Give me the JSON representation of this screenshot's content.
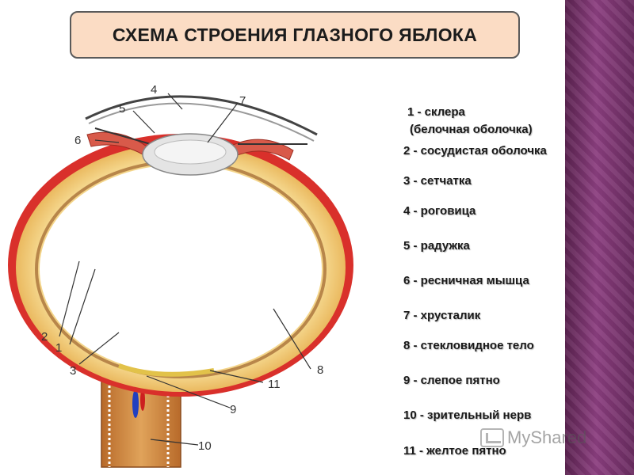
{
  "title": "СХЕМА СТРОЕНИЯ ГЛАЗНОГО ЯБЛОКА",
  "diagram": {
    "labels": [
      "1",
      "2",
      "3",
      "4",
      "5",
      "6",
      "7",
      "8",
      "9",
      "10",
      "11"
    ]
  },
  "legend": {
    "item1_line1": "1 - склера",
    "item1_line2": "(белочная оболочка)",
    "item2": "2 - сосудистая оболочка",
    "item3": "3 - сетчатка",
    "item4": "4 - роговица",
    "item5": "5 - радужка",
    "item6": "6 - ресничная мышца",
    "item7": "7 - хрусталик",
    "item8": "8 - стекловидное тело",
    "item9": "9 - слепое пятно",
    "item10": "10 - зрительный нерв",
    "item11": "11 - желтое пятно"
  },
  "watermark": "MyShared",
  "colors": {
    "title_bg": "#fbdcc4",
    "side_band": "#8c3f80",
    "sclera": "#d9302b",
    "fat": "#e8b04a",
    "retina_line": "#b8864a"
  }
}
